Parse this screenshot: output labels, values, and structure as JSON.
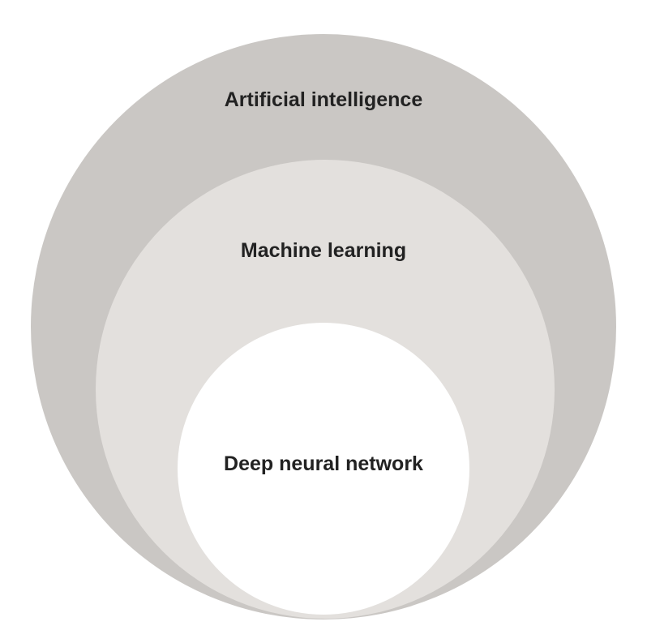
{
  "diagram": {
    "layers": [
      {
        "label": "Artificial intelligence",
        "color": "#cac7c4"
      },
      {
        "label": "Machine learning",
        "color": "#e3e0dd"
      },
      {
        "label": "Deep neural network",
        "color": "#ffffff"
      }
    ]
  }
}
